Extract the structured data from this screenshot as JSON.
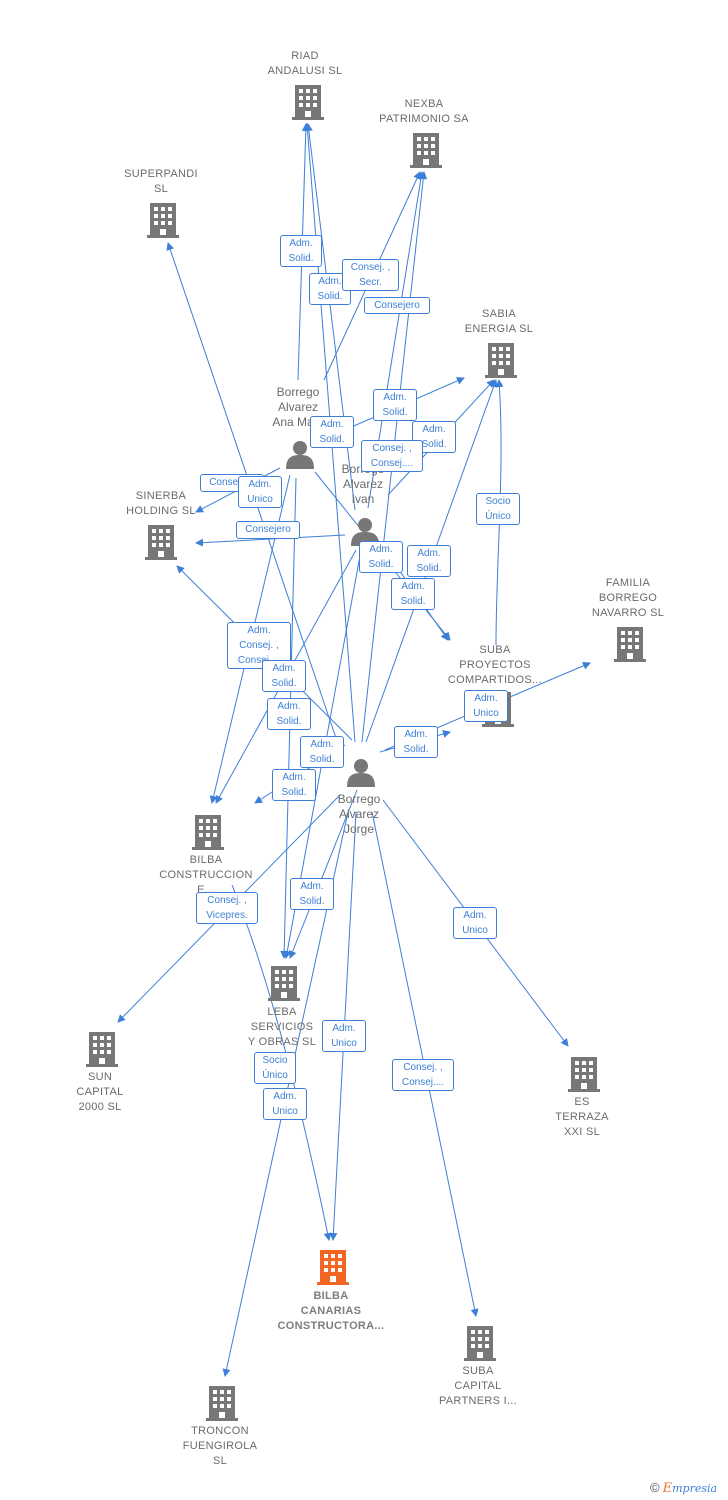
{
  "companies": [
    {
      "id": "riad",
      "label": "RIAD\nANDALUSI  SL"
    },
    {
      "id": "nexba",
      "label": "NEXBA\nPATRIMONIO SA"
    },
    {
      "id": "superpandi",
      "label": "SUPERPANDI\nSL"
    },
    {
      "id": "sabia",
      "label": "SABIA\nENERGIA  SL"
    },
    {
      "id": "sinerba",
      "label": "SINERBA\nHOLDING  SL"
    },
    {
      "id": "familia",
      "label": "FAMILIA\nBORREGO\nNAVARRO  SL"
    },
    {
      "id": "suba_proy",
      "label": "SUBA\nPROYECTOS\nCOMPARTIDOS..."
    },
    {
      "id": "bilba_cons",
      "label": "BILBA\nCONSTRUCCION\nE..."
    },
    {
      "id": "leba",
      "label": "LEBA\nSERVICIOS\nY OBRAS  SL"
    },
    {
      "id": "sun",
      "label": "SUN\nCAPITAL\n2000  SL"
    },
    {
      "id": "es_terraza",
      "label": "ES\nTERRAZA\nXXI SL"
    },
    {
      "id": "bilba_can",
      "label": "BILBA\nCANARIAS\nCONSTRUCTORA..."
    },
    {
      "id": "suba_cap",
      "label": "SUBA\nCAPITAL\nPARTNERS I..."
    },
    {
      "id": "troncon",
      "label": "TRONCON\nFUENGIROLA\nSL"
    }
  ],
  "persons": [
    {
      "id": "ana",
      "label": "Borrego\nAlvarez\nAna Ma..."
    },
    {
      "id": "ivan",
      "label": "Borrego\nAlvarez\nIvan"
    },
    {
      "id": "jorge",
      "label": "Borrego\nAlvarez\nJorge"
    }
  ],
  "edge_labels": [
    "Adm.\nSolid.",
    "Adm.\nSolid.",
    "Consej. ,\nSecr.",
    "Consejero",
    "Adm.\nSolid.",
    "Adm.\nSolid.",
    "Adm.\nSolid.",
    "Consej. ,\nConsej....",
    "Consejero",
    "Adm.\nUnico",
    "Consejero",
    "Socio\nÚnico",
    "Adm.\nSolid.",
    "Adm.\nSolid.",
    "Adm.\nSolid.",
    "Adm.\nConsej. ,\nConsej....",
    "Adm.\nSolid.",
    "Adm.\nSolid.",
    "Adm.\nUnico",
    "Adm.\nSolid.",
    "Adm.\nSolid.",
    "Adm.\nSolid.",
    "Consej. ,\nVicepres.",
    "Adm.\nSolid.",
    "Adm.\nUnico",
    "Adm.\nUnico",
    "Socio\nÚnico",
    "Adm.\nUnico",
    "Consej. ,\nConsej...."
  ],
  "colors": {
    "edge": "#3d7fd6",
    "node": "#777777",
    "main_node": "#f26522"
  },
  "brand": {
    "copyright": "©",
    "initial": "E",
    "rest": "mpresia"
  }
}
